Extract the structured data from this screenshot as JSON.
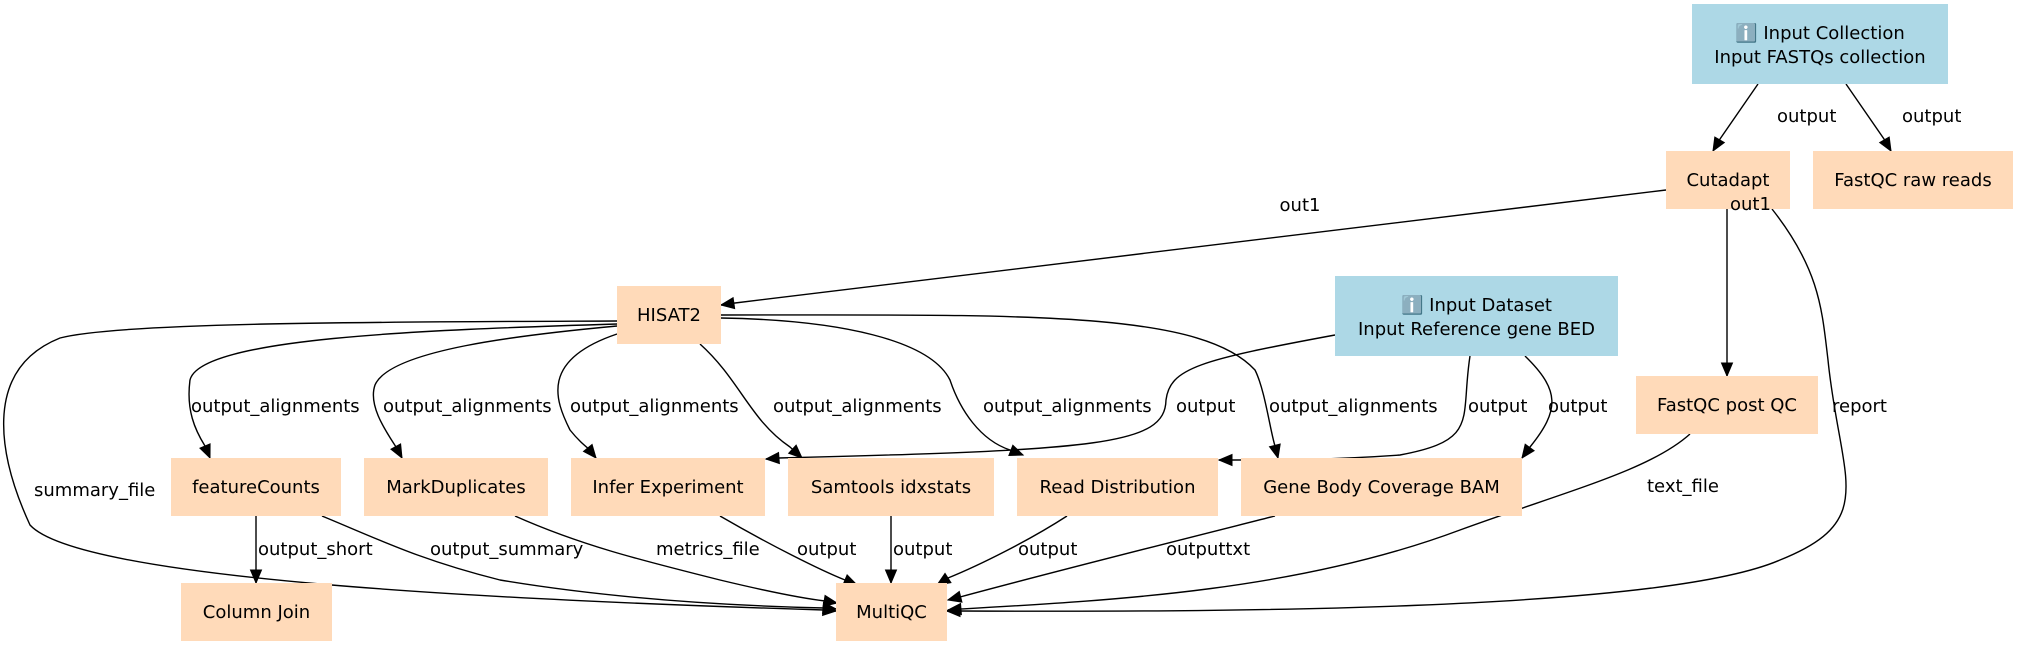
{
  "colors": {
    "input_node": "#add8e6",
    "tool_node": "#ffdab9",
    "edge": "#000000",
    "text": "#000000"
  },
  "nodes": [
    {
      "id": "input_collection",
      "kind": "input",
      "icon": "info-icon",
      "icon_glyph": "ℹ️",
      "lines": [
        "Input Collection",
        "Input FASTQs collection"
      ]
    },
    {
      "id": "cutadapt",
      "kind": "tool",
      "lines": [
        "Cutadapt"
      ]
    },
    {
      "id": "fastqc_raw",
      "kind": "tool",
      "lines": [
        "FastQC raw reads"
      ]
    },
    {
      "id": "hisat2",
      "kind": "tool",
      "lines": [
        "HISAT2"
      ]
    },
    {
      "id": "input_dataset",
      "kind": "input",
      "icon": "info-icon",
      "icon_glyph": "ℹ️",
      "lines": [
        "Input Dataset",
        "Input Reference gene BED"
      ]
    },
    {
      "id": "fastqc_post",
      "kind": "tool",
      "lines": [
        "FastQC post QC"
      ]
    },
    {
      "id": "featurecounts",
      "kind": "tool",
      "lines": [
        "featureCounts"
      ]
    },
    {
      "id": "markduplicates",
      "kind": "tool",
      "lines": [
        "MarkDuplicates"
      ]
    },
    {
      "id": "infer_experiment",
      "kind": "tool",
      "lines": [
        "Infer Experiment"
      ]
    },
    {
      "id": "samtools_idxstats",
      "kind": "tool",
      "lines": [
        "Samtools idxstats"
      ]
    },
    {
      "id": "read_distribution",
      "kind": "tool",
      "lines": [
        "Read Distribution"
      ]
    },
    {
      "id": "gene_body_coverage",
      "kind": "tool",
      "lines": [
        "Gene Body Coverage BAM"
      ]
    },
    {
      "id": "column_join",
      "kind": "tool",
      "lines": [
        "Column Join"
      ]
    },
    {
      "id": "multiqc",
      "kind": "tool",
      "lines": [
        "MultiQC"
      ]
    }
  ],
  "edges": [
    {
      "id": "e1",
      "from": "input_collection",
      "to": "cutadapt",
      "label": "output"
    },
    {
      "id": "e2",
      "from": "input_collection",
      "to": "fastqc_raw",
      "label": "output"
    },
    {
      "id": "e3",
      "from": "cutadapt",
      "to": "hisat2",
      "label": "out1"
    },
    {
      "id": "e4",
      "from": "cutadapt",
      "to": "fastqc_post",
      "label": "out1"
    },
    {
      "id": "e5",
      "from": "cutadapt",
      "to": "multiqc",
      "label": "report"
    },
    {
      "id": "e6",
      "from": "hisat2",
      "to": "multiqc",
      "label": "summary_file"
    },
    {
      "id": "e7",
      "from": "hisat2",
      "to": "featurecounts",
      "label": "output_alignments"
    },
    {
      "id": "e8",
      "from": "hisat2",
      "to": "markduplicates",
      "label": "output_alignments"
    },
    {
      "id": "e9",
      "from": "hisat2",
      "to": "infer_experiment",
      "label": "output_alignments"
    },
    {
      "id": "e10",
      "from": "hisat2",
      "to": "samtools_idxstats",
      "label": "output_alignments"
    },
    {
      "id": "e11",
      "from": "hisat2",
      "to": "read_distribution",
      "label": "output_alignments"
    },
    {
      "id": "e12",
      "from": "hisat2",
      "to": "gene_body_coverage",
      "label": "output_alignments"
    },
    {
      "id": "e13",
      "from": "input_dataset",
      "to": "infer_experiment",
      "label": "output"
    },
    {
      "id": "e14",
      "from": "input_dataset",
      "to": "read_distribution",
      "label": "output"
    },
    {
      "id": "e15",
      "from": "input_dataset",
      "to": "gene_body_coverage",
      "label": "output"
    },
    {
      "id": "e16",
      "from": "fastqc_post",
      "to": "multiqc",
      "label": "text_file"
    },
    {
      "id": "e17",
      "from": "featurecounts",
      "to": "column_join",
      "label": "output_short"
    },
    {
      "id": "e18",
      "from": "featurecounts",
      "to": "multiqc",
      "label": "output_summary"
    },
    {
      "id": "e19",
      "from": "markduplicates",
      "to": "multiqc",
      "label": "metrics_file"
    },
    {
      "id": "e20",
      "from": "infer_experiment",
      "to": "multiqc",
      "label": "output"
    },
    {
      "id": "e21",
      "from": "samtools_idxstats",
      "to": "multiqc",
      "label": "output"
    },
    {
      "id": "e22",
      "from": "read_distribution",
      "to": "multiqc",
      "label": "output"
    },
    {
      "id": "e23",
      "from": "gene_body_coverage",
      "to": "multiqc",
      "label": "outputtxt"
    }
  ]
}
